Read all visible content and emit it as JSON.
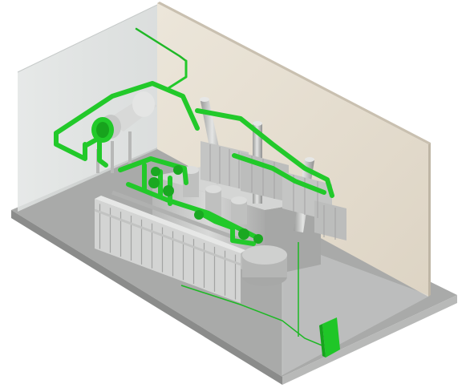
{
  "scene": {
    "subject": "transformer-room-3d-model",
    "colors": {
      "background": "#ffffff",
      "floor_top": "#a9aaa9",
      "floor_front": "#8e8f8e",
      "floor_side": "#b5b6b5",
      "back_wall": "#e6dfd2",
      "back_wall_edge": "#c9c0b0",
      "glass_wall": "#d9dcdb",
      "equipment": "#c9cac9",
      "equipment_dark": "#9fa09f",
      "equipment_light": "#e3e4e3",
      "pipe_green": "#22c92a",
      "pipe_green_dark": "#169a1c",
      "cabinet_green": "#1fc627"
    },
    "parts": [
      "floor-slab",
      "back-wall",
      "side-glass-wall",
      "transformer-tank",
      "radiator-bank",
      "conservator-tank",
      "bushings",
      "cooling-pipework",
      "control-cabinet"
    ]
  }
}
